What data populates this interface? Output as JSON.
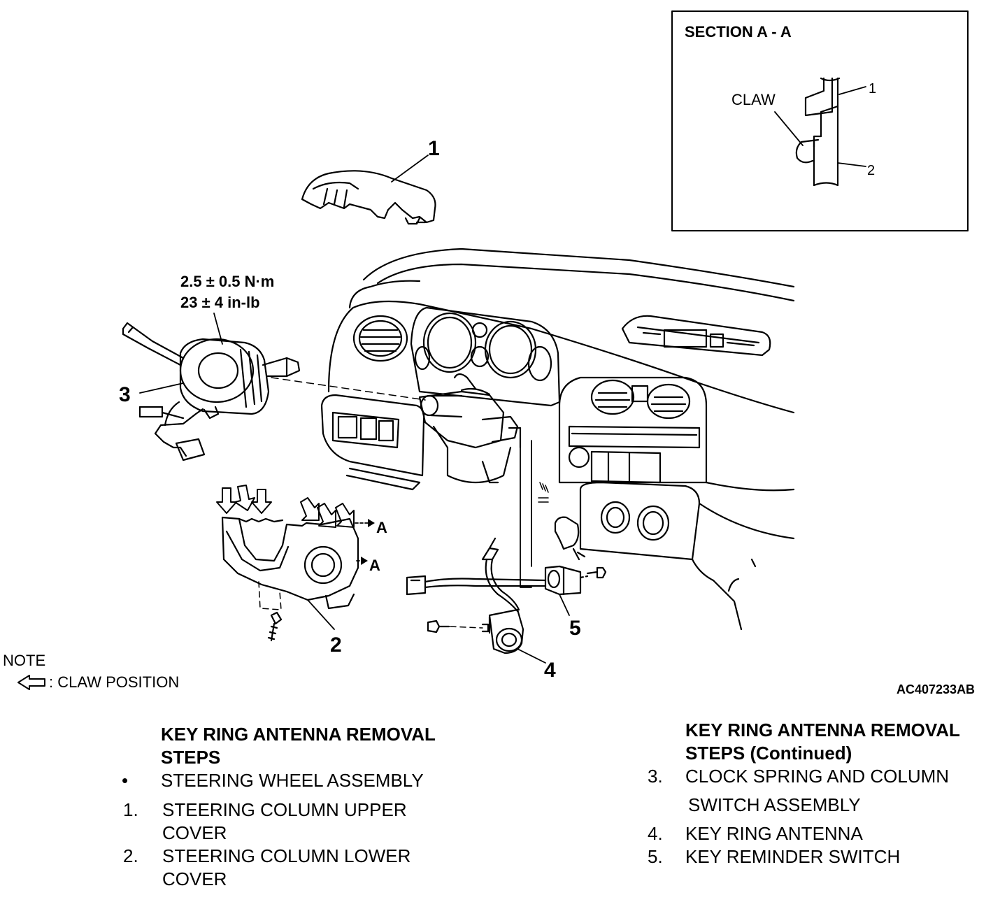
{
  "section": {
    "title": "SECTION A - A",
    "claw_label": "CLAW",
    "callout_1": "1",
    "callout_2": "2"
  },
  "callouts": {
    "c1": "1",
    "c2": "2",
    "c3": "3",
    "c4": "4",
    "c5": "5"
  },
  "torque": {
    "line1": "2.5 ± 0.5 N·m",
    "line2": "23 ± 4 in-lb"
  },
  "section_arrows": {
    "a1": "A",
    "a2": "A"
  },
  "note": {
    "title": "NOTE",
    "legend": ": CLAW POSITION"
  },
  "figure_code": "AC407233AB",
  "steps_left": {
    "heading_1": "KEY RING ANTENNA REMOVAL",
    "heading_2": "STEPS",
    "items": [
      {
        "num": "•",
        "line1": "STEERING WHEEL ASSEMBLY",
        "line2": ""
      },
      {
        "num": "1.",
        "line1": "STEERING COLUMN UPPER",
        "line2": "COVER"
      },
      {
        "num": "2.",
        "line1": "STEERING COLUMN LOWER",
        "line2": "COVER"
      }
    ]
  },
  "steps_right": {
    "heading_1": "KEY RING ANTENNA REMOVAL",
    "heading_2": "STEPS (Continued)",
    "items": [
      {
        "num": "3.",
        "line1": "CLOCK SPRING AND COLUMN",
        "line2": "SWITCH ASSEMBLY"
      },
      {
        "num": "4.",
        "line1": "KEY RING ANTENNA",
        "line2": ""
      },
      {
        "num": "5.",
        "line1": "KEY REMINDER SWITCH",
        "line2": ""
      }
    ]
  }
}
